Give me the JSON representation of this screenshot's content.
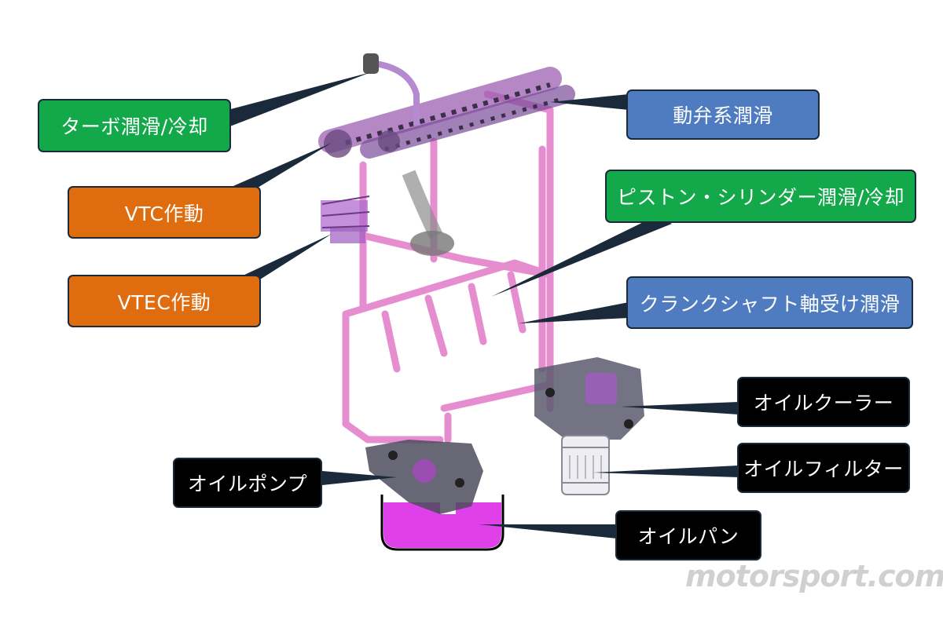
{
  "labels": {
    "turbo": "ターボ潤滑/冷却",
    "valvetrain": "動弁系潤滑",
    "vtc": "VTC作動",
    "piston": "ピストン・シリンダー潤滑/冷却",
    "vtec": "VTEC作動",
    "crankshaft": "クランクシャフト軸受け潤滑",
    "oil_cooler": "オイルクーラー",
    "oil_filter": "オイルフィルター",
    "oil_pump": "オイルポンプ",
    "oil_pan": "オイルパン"
  },
  "watermark": "motorsport.com",
  "colors": {
    "green": "#13a84a",
    "orange": "#e06c10",
    "blue": "#4f7cc0",
    "black": "#000000",
    "oil_pink": "#e040e8",
    "pipe_pink": "#e27ac8",
    "leader": "#1b2a3a"
  }
}
